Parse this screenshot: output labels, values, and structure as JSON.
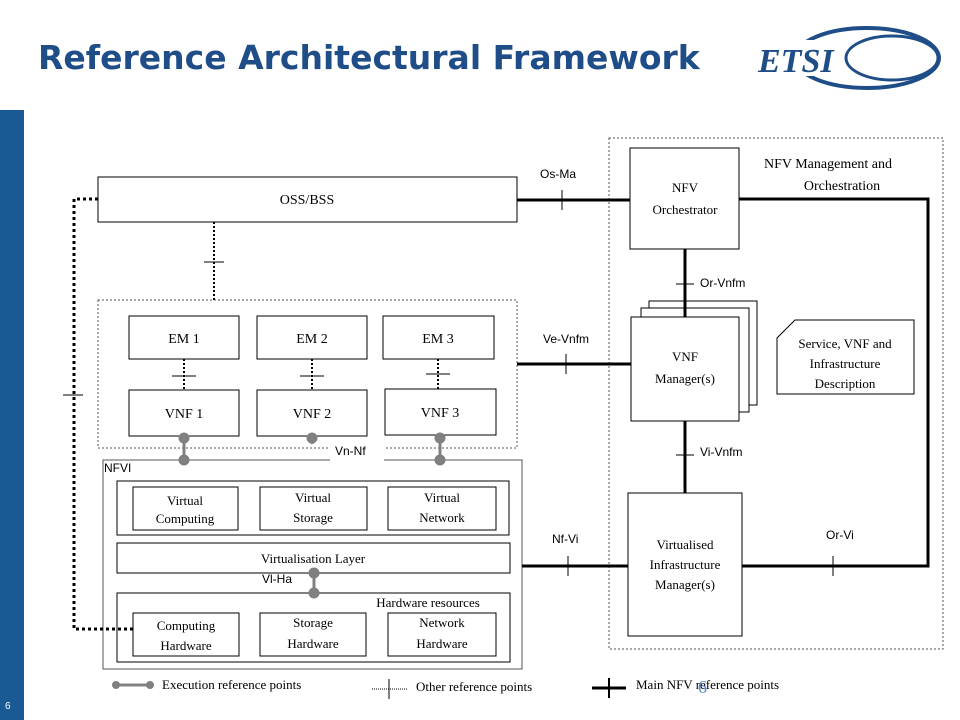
{
  "slide": {
    "title": "Reference Architectural Framework",
    "slide_number": "6",
    "logo_text": "ETSI"
  },
  "diagram": {
    "oss_bss": "OSS/BSS",
    "em": [
      "EM 1",
      "EM 2",
      "EM 3"
    ],
    "vnf": [
      "VNF  1",
      "VNF  2",
      "VNF  3"
    ],
    "nfvi_label": "NFVI",
    "virtual": [
      "Virtual Computing",
      "Virtual Storage",
      "Virtual Network"
    ],
    "virtualisation_layer": "Virtualisation Layer",
    "hardware_resources": "Hardware resources",
    "hardware": [
      "Computing Hardware",
      "Storage Hardware",
      "Network Hardware"
    ],
    "mano_title_line1": "NFV  Management and",
    "mano_title_line2": "Orchestration",
    "nfvo_line1": "NFV",
    "nfvo_line2": "Orchestrator",
    "vnfm_line1": "VNF",
    "vnfm_line2": "Manager(s)",
    "vim_line1": "Virtualised",
    "vim_line2": "Infrastructure",
    "vim_line3": "Manager(s)",
    "desc_line1": "Service, VNF and",
    "desc_line2": "Infrastructure",
    "desc_line3": "Description",
    "ref_points": {
      "os_ma": "Os-Ma",
      "or_vnfm": "Or-Vnfm",
      "ve_vnfm": "Ve-Vnfm",
      "vi_vnfm": "Vi-Vnfm",
      "nf_vi": "Nf-Vi",
      "or_vi": "Or-Vi",
      "vn_nf": "Vn-Nf",
      "vl_ha": "Vl-Ha"
    },
    "legend": {
      "execution": "Execution reference points",
      "other": "Other reference points",
      "main": "Main NFV reference points"
    },
    "overlay_number": "6"
  },
  "colors": {
    "title": "#1e4d88",
    "strip": "#1a5a94",
    "connector_gray": "#808080",
    "overlay_number": "#5b8fd1"
  }
}
